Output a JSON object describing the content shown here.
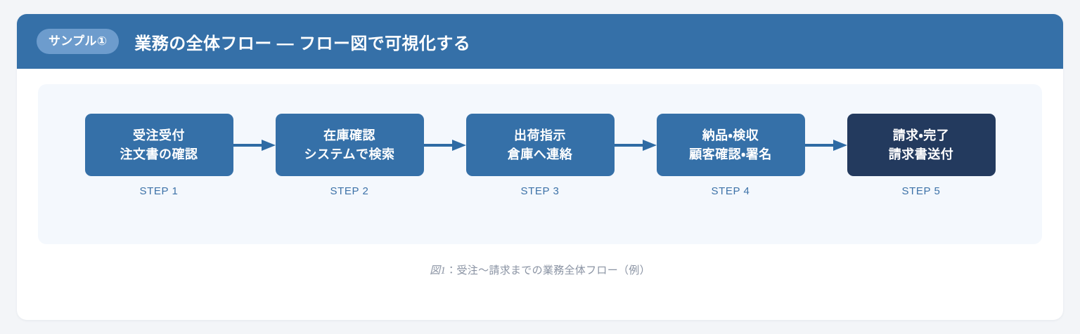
{
  "card": {
    "header": {
      "badge": "サンプル①",
      "title": "業務の全体フロー — フロー図で可視化する"
    }
  },
  "flow": {
    "steps": [
      {
        "line1": "受注受付",
        "line2": "注文書の確認",
        "label": "STEP 1",
        "variant": "primary"
      },
      {
        "line1": "在庫確認",
        "line2": "システムで検索",
        "label": "STEP 2",
        "variant": "primary"
      },
      {
        "line1": "出荷指示",
        "line2": "倉庫へ連絡",
        "label": "STEP 3",
        "variant": "primary"
      },
      {
        "line1": "納品・検収",
        "line2": "顧客確認・署名",
        "label": "STEP 4",
        "variant": "primary"
      },
      {
        "line1": "請求・完了",
        "line2": "請求書送付",
        "label": "STEP 5",
        "variant": "final"
      }
    ],
    "arrow_icon": "arrow-right-icon"
  },
  "caption": {
    "figure_number": "図1",
    "text": "：受注〜請求までの業務全体フロー（例）"
  },
  "colors": {
    "page_background": "#f3f5f8",
    "card_background": "#ffffff",
    "header_blue": "#3570a8",
    "badge_blue": "#6d9ccd",
    "panel_background": "#f4f8fd",
    "box_blue": "#3570a8",
    "box_navy": "#233a5e",
    "step_label": "#3d72a8",
    "arrow": "#2f6ba4",
    "caption_gray": "#8a93a3"
  }
}
